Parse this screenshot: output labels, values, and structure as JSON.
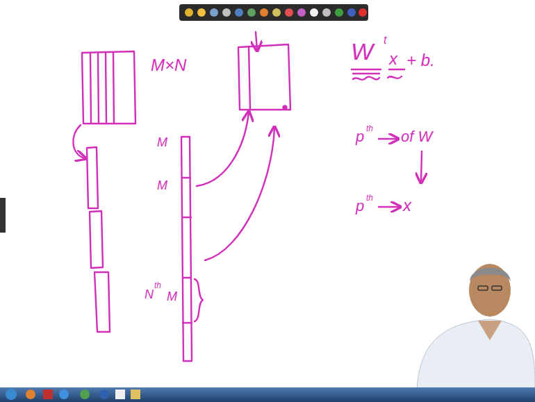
{
  "diagram": {
    "labels": [
      "M×N",
      "M",
      "M",
      "N",
      "th",
      "M",
      "W",
      "t",
      "x",
      "+ b.",
      "p",
      "th",
      "of W",
      "p",
      "th",
      "x"
    ]
  }
}
